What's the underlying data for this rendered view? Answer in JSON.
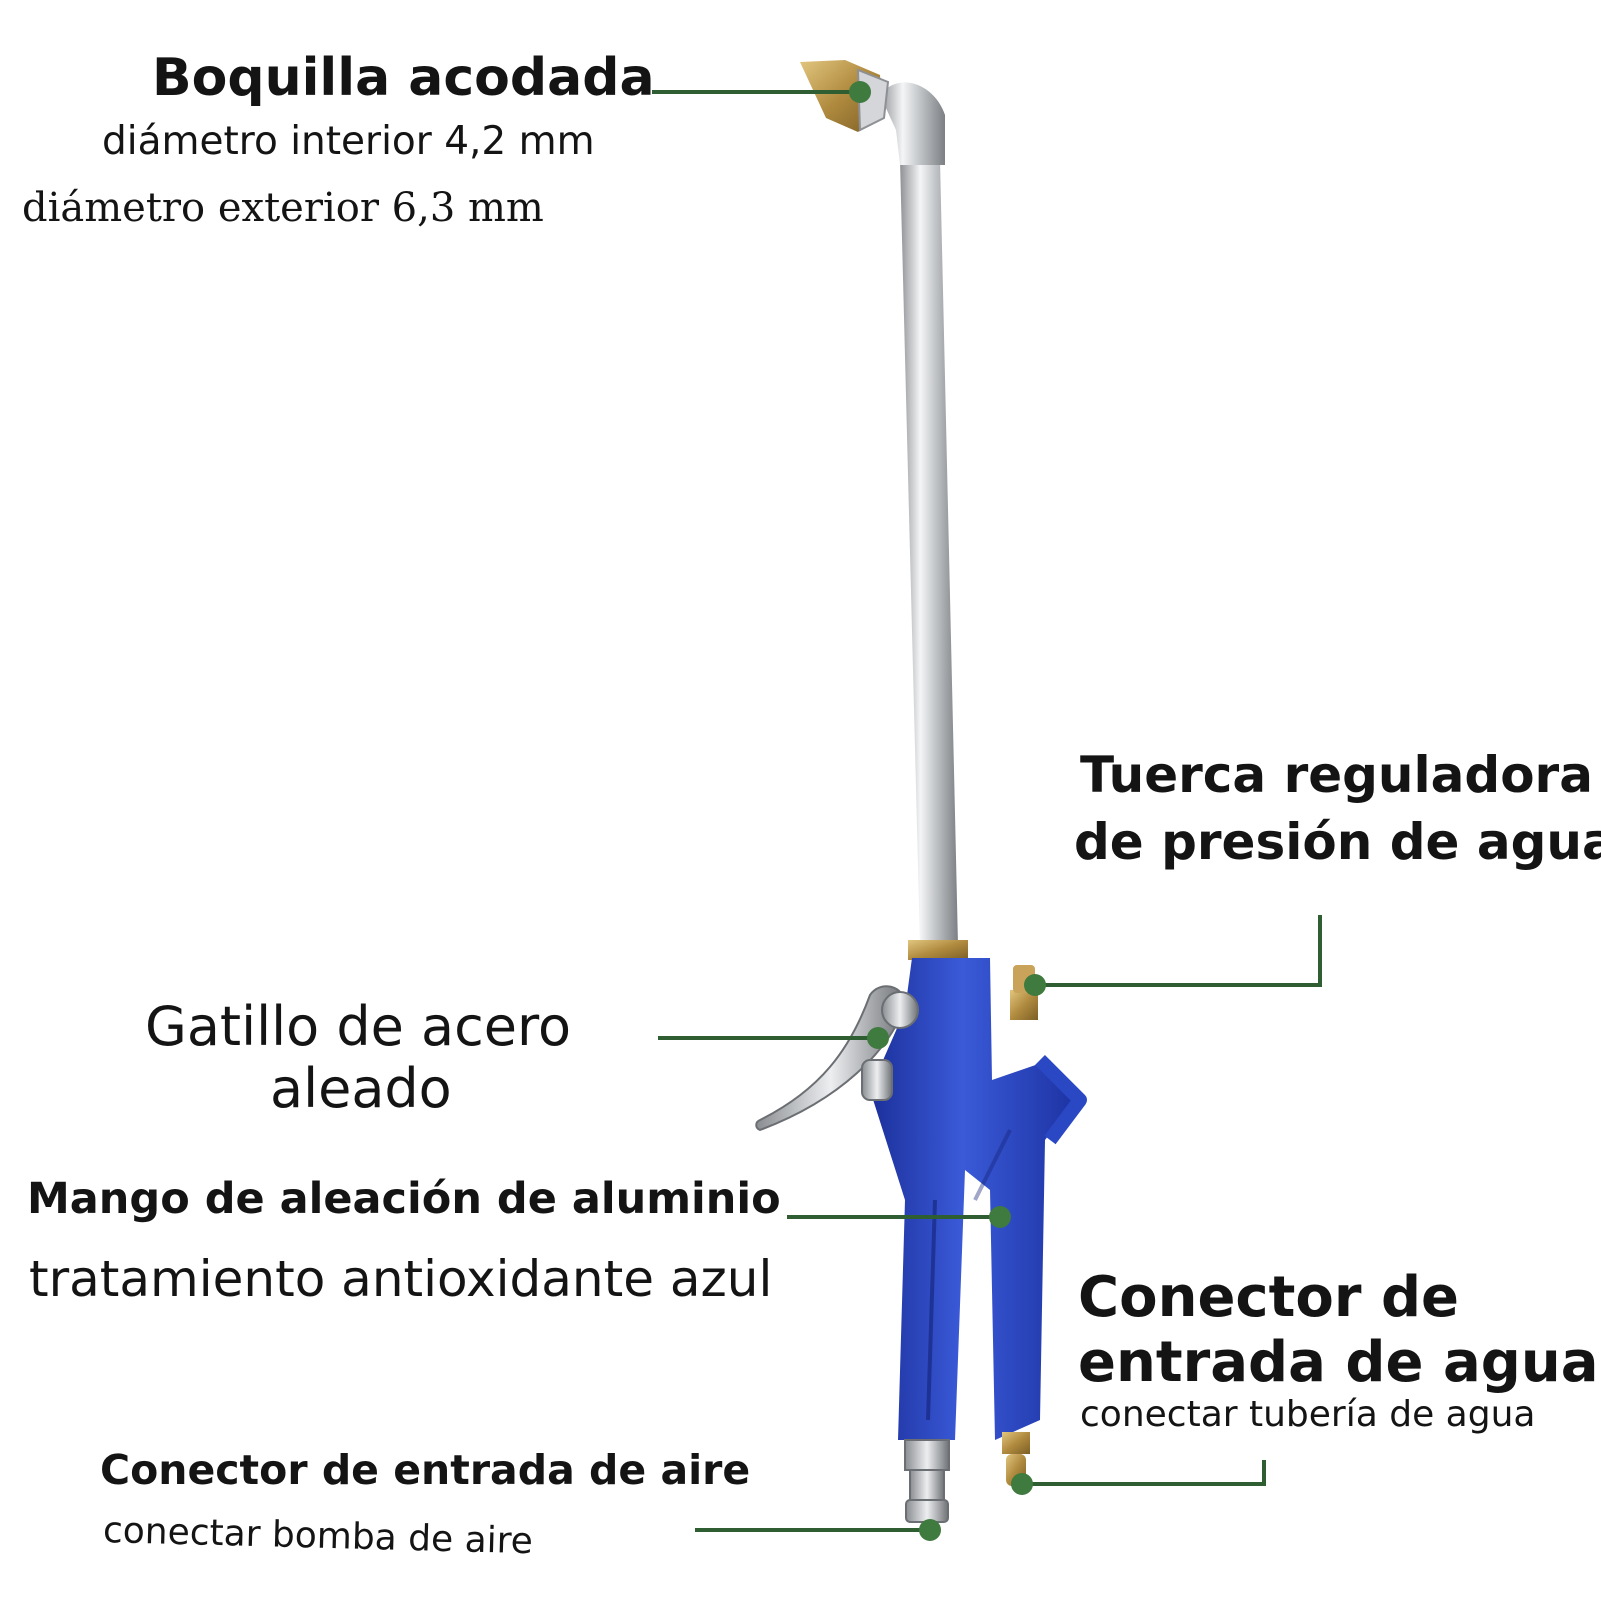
{
  "labels": {
    "nozzle": {
      "title": "Boquilla acodada",
      "inner": "diámetro interior 4,2 mm",
      "outer": "diámetro exterior 6,3 mm"
    },
    "pressure_nut": {
      "line1": "Tuerca reguladora",
      "line2": "de presión de agua"
    },
    "trigger": {
      "line1": "Gatillo de acero",
      "line2": "aleado"
    },
    "handle": {
      "line1": "Mango de aleación de aluminio",
      "line2": "tratamiento antioxidante azul"
    },
    "water_inlet": {
      "line1": "Conector de",
      "line2": "entrada de agua",
      "sub": "conectar tubería de agua"
    },
    "air_inlet": {
      "title": "Conector de entrada de aire",
      "sub": "conectar bomba de aire"
    }
  },
  "colors": {
    "leader_line": "#2f5e33",
    "leader_dot": "#3f7a3f",
    "body_blue": "#2a48c4",
    "tube_silver": "#c7c9cc",
    "brass": "#b8954a"
  }
}
